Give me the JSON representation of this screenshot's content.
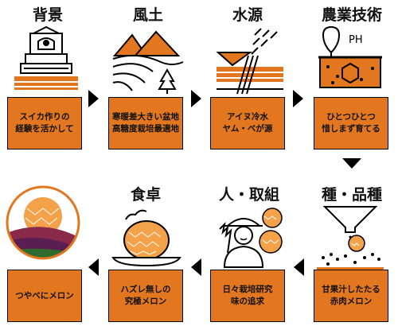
{
  "steps": [
    {
      "title": "背景",
      "text_line1": "スイカ作りの",
      "text_line2": "経験を活かして",
      "icon": "farmhouse-icon"
    },
    {
      "title": "風土",
      "text_line1": "寒暖差大きい盆地",
      "text_line2": "高糖度栽培最適地",
      "icon": "mountain-landscape-icon"
    },
    {
      "title": "水源",
      "text_line1": "アイヌ冷水",
      "text_line2": "ヤム・ベが源",
      "icon": "water-source-icon"
    },
    {
      "title": "農業技術",
      "text_line1": "ひとつひとつ",
      "text_line2": "惜しまず育てる",
      "icon": "soil-ph-icon",
      "icon_label": "PH"
    },
    {
      "title": "種・品種",
      "text_line1": "甘果汁したたる",
      "text_line2": "赤肉メロン",
      "icon": "seed-variety-icon"
    },
    {
      "title": "人・取組",
      "text_line1": "日々栽培研究",
      "text_line2": "味の追求",
      "icon": "farmer-icon"
    },
    {
      "title": "食卓",
      "text_line1": "ハズレ無しの",
      "text_line2": "究極メロン",
      "icon": "melon-dish-icon"
    },
    {
      "title": "",
      "text_line1": "つやべにメロン",
      "text_line2": "",
      "icon": "melon-logo-icon"
    }
  ],
  "colors": {
    "accent": "#e2771f",
    "dark": "#000000",
    "brown": "#8a4a1e",
    "light_orange": "#f4a24a"
  }
}
